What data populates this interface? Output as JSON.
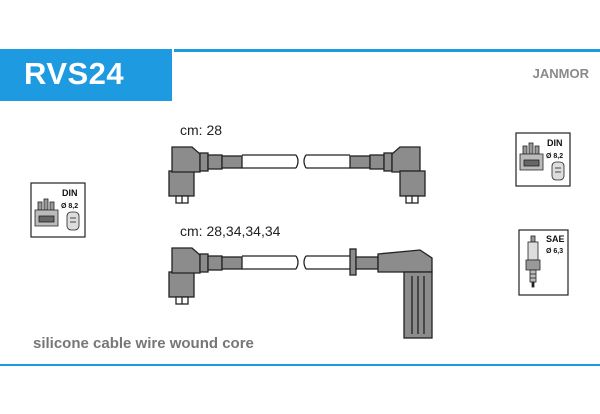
{
  "header": {
    "product_code": "RVS24",
    "brand": "JANMOR"
  },
  "cables": [
    {
      "length_label": "cm: 28"
    },
    {
      "length_label": "cm: 28,34,34,34"
    }
  ],
  "badges": {
    "left_distributor": {
      "standard": "DIN",
      "spec": "Ø 8,2"
    },
    "right_distributor": {
      "standard": "DIN",
      "spec": "Ø 8,2"
    },
    "spark_plug": {
      "standard": "SAE",
      "spec": "Ø 6,3"
    }
  },
  "footer": {
    "description": "silicone cable wire wound core"
  },
  "colors": {
    "accent": "#1e9be0",
    "boot_fill": "#8c8c8c",
    "outline": "#222222"
  }
}
